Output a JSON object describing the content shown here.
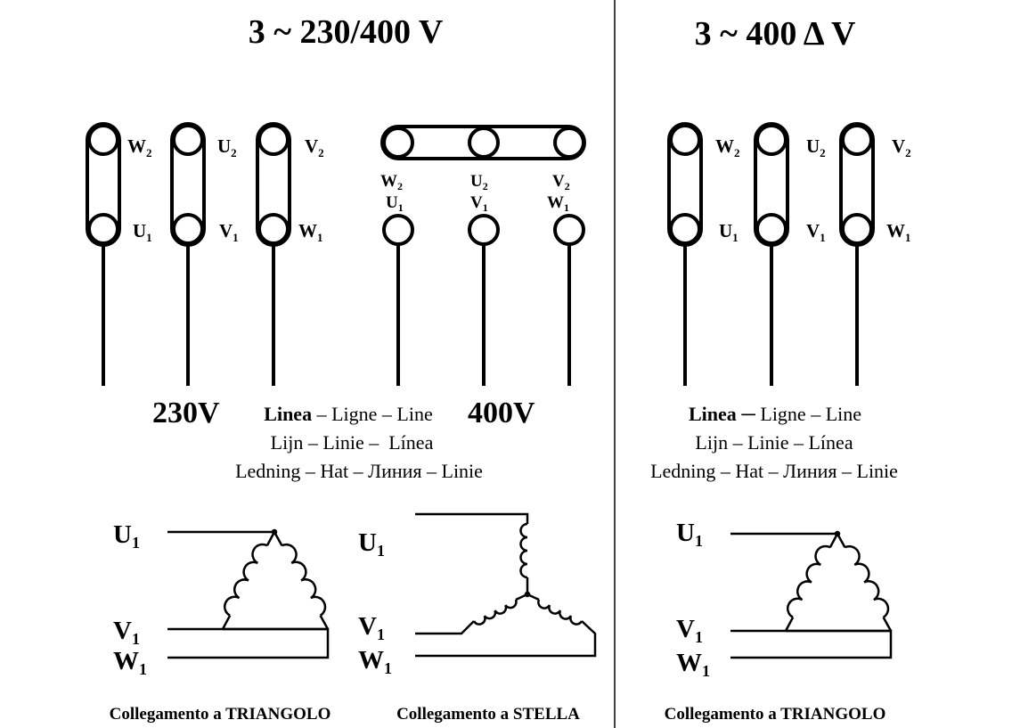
{
  "panels": {
    "left": {
      "title": "3 ~ 230/400 V"
    },
    "right": {
      "title": "3 ~ 400 Δ V"
    }
  },
  "terminals": {
    "W": "W",
    "U": "U",
    "V": "V",
    "sub1": "1",
    "sub2": "2"
  },
  "voltages": {
    "v230": "230V",
    "v400": "400V"
  },
  "line_labels": {
    "bold_word": "Linea",
    "row1_dash_left": "–",
    "row1_dash_right": "─",
    "row1_rest": "Ligne – Line",
    "row2_left": "Lijn – Linie –  Línea",
    "row2_right": "Lijn – Linie – Línea",
    "row3": "Ledning – Hat – Линия – Linie"
  },
  "captions": {
    "triangle": "Collegamento a TRIANGOLO",
    "star": "Collegamento a STELLA"
  },
  "colors": {
    "ink": "#000000",
    "background": "#ffffff"
  }
}
